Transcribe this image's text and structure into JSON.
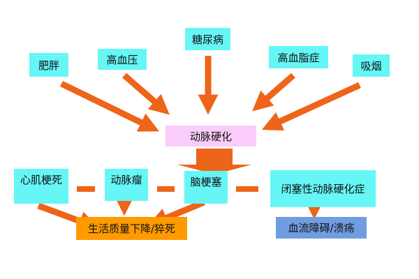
{
  "causes": [
    "肥胖",
    "高血压",
    "糖尿病",
    "高血脂症",
    "吸烟"
  ],
  "center": "动脉硬化",
  "complications": [
    "心肌梗死",
    "动脉瘤",
    "脑梗塞",
    "闭塞性动脉硬化症"
  ],
  "outcomes": [
    "生活质量下降/猝死",
    "血流障碍/溃疡"
  ],
  "colors": {
    "arrow": "#ee6418",
    "cyan": "#66f6f6",
    "pink": "#f9ccf9",
    "orange": "#ff9a00",
    "blue": "#6f9de0"
  }
}
